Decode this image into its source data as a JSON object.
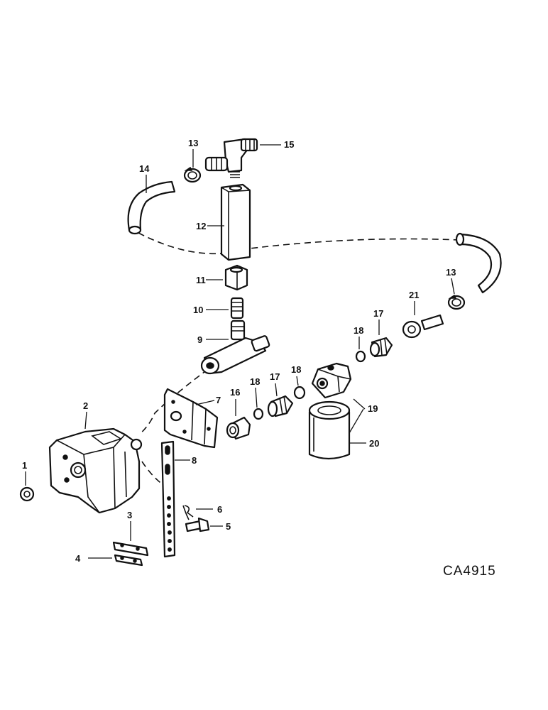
{
  "diagram": {
    "drawing_code": "CA4915",
    "callouts": {
      "c1": "1",
      "c2": "2",
      "c3": "3",
      "c4": "4",
      "c5": "5",
      "c6": "6",
      "c7": "7",
      "c8": "8",
      "c9": "9",
      "c10": "10",
      "c11": "11",
      "c12": "12",
      "c13a": "13",
      "c13b": "13",
      "c14": "14",
      "c15": "15",
      "c16": "16",
      "c17a": "17",
      "c17b": "17",
      "c18a": "18",
      "c18b": "18",
      "c18c": "18",
      "c19": "19",
      "c20": "20",
      "c21": "21"
    }
  }
}
